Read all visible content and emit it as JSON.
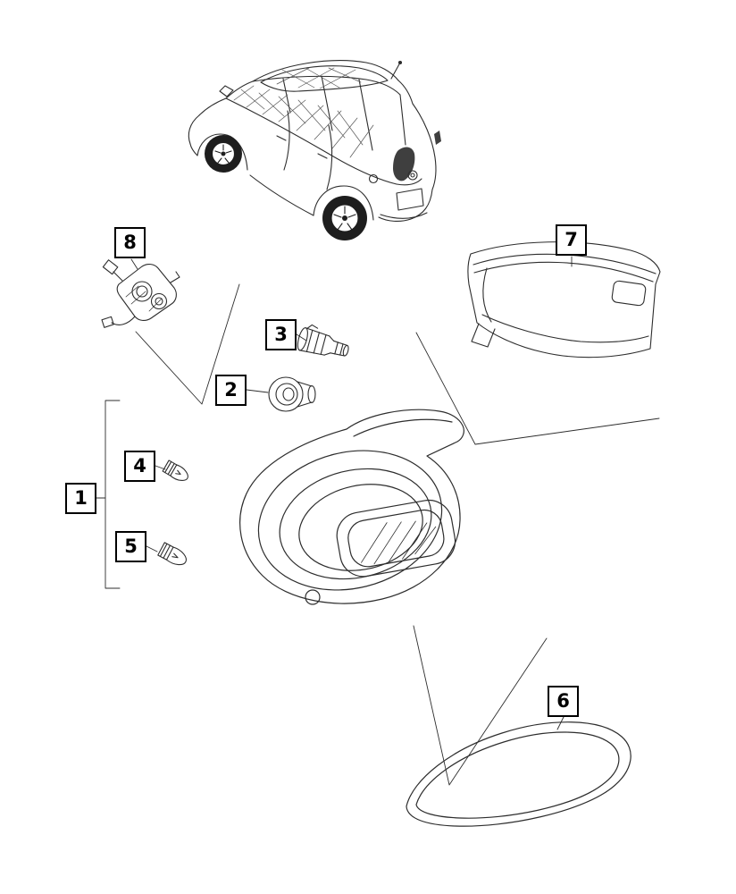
{
  "diagram": {
    "callouts": [
      {
        "num": "1",
        "part": "tail-lamp-assembly"
      },
      {
        "num": "2",
        "part": "socket-grommet"
      },
      {
        "num": "3",
        "part": "bulb-socket"
      },
      {
        "num": "4",
        "part": "bulb-upper"
      },
      {
        "num": "5",
        "part": "bulb-lower"
      },
      {
        "num": "6",
        "part": "lamp-gasket"
      },
      {
        "num": "7",
        "part": "quarter-trim-panel"
      },
      {
        "num": "8",
        "part": "lamp-socket-housing"
      }
    ],
    "colors": {
      "line": "#2d2d2d",
      "background": "#ffffff",
      "callout_border": "#000000",
      "callout_text": "#000000",
      "dark_fill": "#3f3f3f"
    }
  }
}
